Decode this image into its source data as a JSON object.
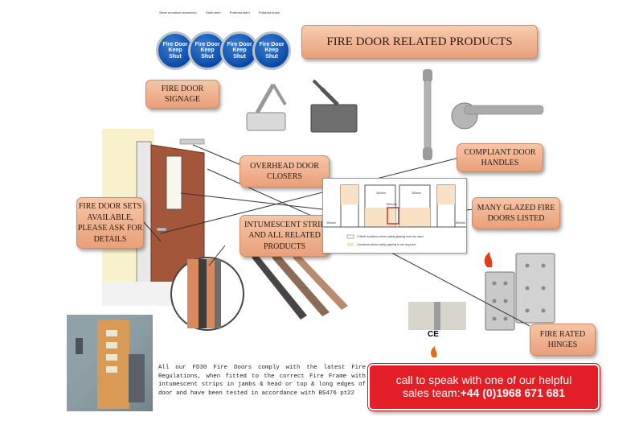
{
  "title": "FIRE DOOR RELATED PRODUCTS",
  "signage": {
    "captions": [
      "Silver anodised aluminium",
      "Satin steel",
      "Polished steel",
      "Polished brass"
    ],
    "sign_text": "Fire Door Keep Shut",
    "sign_lines": [
      "Fire Door",
      "Keep",
      "Shut"
    ]
  },
  "labels": {
    "signage": "FIRE DOOR SIGNAGE",
    "closers": "OVERHEAD DOOR CLOSERS",
    "handles": "COMPLIANT DOOR HANDLES",
    "door_sets": "FIRE DOOR SETS AVAILABLE, PLEASE ASK FOR DETAILS",
    "strips": "INTUMESCENT STRIP AND ALL RELATED PRODUCTS",
    "glazed": "MANY GLAZED FIRE DOORS LISTED",
    "hinges": "FIRE RATED HINGES"
  },
  "diagram": {
    "dims": [
      "300mm",
      "300mm",
      "1500mm",
      "300mm",
      "800mm"
    ],
    "legend_1": "Critical locations where safety glazing must be used",
    "legend_2": "Locations where safety glazing is not required"
  },
  "ce_mark": "CE",
  "description": "All our FD30 Fire Doors comply with the latest Fire Regulations, when fitted to the correct Fire Frame with intumescent strips in jambs & head or top & long edges of door and have been tested in accordance with BS476 pt22",
  "cta": {
    "line1": "call to speak with one of our helpful",
    "line2_prefix": "sales team:",
    "phone": "+44 (0)1968 671 681"
  },
  "colors": {
    "label_fill": "#ec9f79",
    "cta_red": "#e41e26",
    "sign_blue": "#0d4aa6",
    "door_brown": "#a4563a"
  }
}
